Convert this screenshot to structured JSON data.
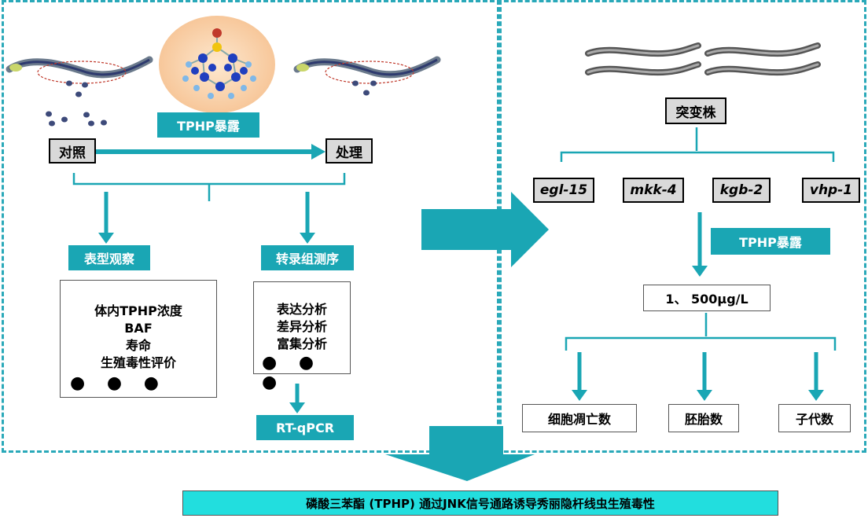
{
  "left_panel": {
    "exposure_label": "TPHP暴露",
    "control_label": "对照",
    "treatment_label": "处理",
    "phenotype_label": "表型观察",
    "transcriptome_label": "转录组测序",
    "phenotype_items": [
      "体内TPHP浓度",
      "BAF",
      "寿命",
      "生殖毒性评价"
    ],
    "transcriptome_items": [
      "表达分析",
      "差异分析",
      "富集分析"
    ],
    "ellipsis": "● ● ●",
    "rtqpcr_label": "RT-qPCR"
  },
  "right_panel": {
    "mutant_label": "突变株",
    "strains": [
      "egl-15",
      "mkk-4",
      "kgb-2",
      "vhp-1"
    ],
    "exposure_label": "TPHP暴露",
    "dose_label": "1、 500μg/L",
    "endpoints": [
      "细胞凋亡数",
      "胚胎数",
      "子代数"
    ]
  },
  "conclusion": "磷酸三苯酯 (TPHP) 通过JNK信号通路诱导秀丽隐杆线虫生殖毒性",
  "colors": {
    "teal": "#1aa6b4",
    "dashed_border": "#2aa9b9",
    "conclusion_bg": "#22dede"
  }
}
